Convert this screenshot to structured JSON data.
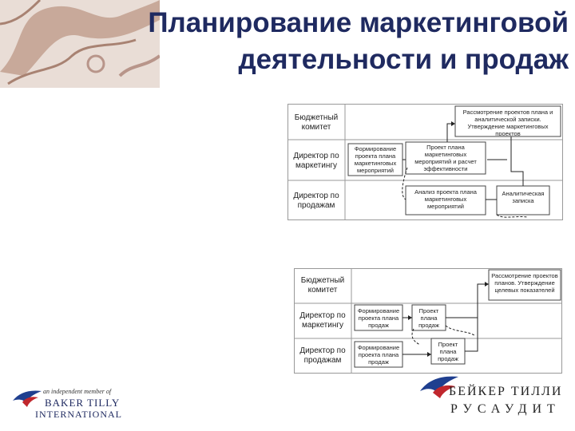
{
  "title": {
    "line1": "Планирование маркетинговой",
    "line2": "деятельности и продаж"
  },
  "diagram1": {
    "roles": [
      "Бюджетный комитет",
      "Директор по маркетингу",
      "Директор по продажам"
    ],
    "boxes": {
      "review": "Рассмотрение проектов плана и аналитической записки. Утверждение маркетинговых проектов",
      "formation": "Формирование проекта плана маркетинговых мероприятий",
      "project": "Проект плана маркетинговых мероприятий и расчет эффективности",
      "analysis": "Анализ проекта плана маркетинговых мероприятий",
      "note": "Аналитическая записка"
    }
  },
  "diagram2": {
    "roles": [
      "Бюджетный комитет",
      "Директор по маркетингу",
      "Директор по продажам"
    ],
    "boxes": {
      "review": "Рассмотрение проектов планов. Утверждение целевых показателей",
      "mkt_formation": "Формирование проекта плана продаж",
      "mkt_project": "Проект плана продаж",
      "sales_formation": "Формирование проекта плана продаж",
      "sales_project": "Проект плана продаж"
    }
  },
  "logo_left": {
    "tagline": "an independent member of",
    "name1": "BAKER TILLY",
    "name2": "INTERNATIONAL"
  },
  "logo_right": {
    "name1": "БЕЙКЕР ТИЛЛИ",
    "name2": "РУСАУДИТ"
  },
  "colors": {
    "title": "#1f2a60",
    "decor": "#c8a99a",
    "logo_blue": "#1f3f8f",
    "logo_red": "#c0272d"
  }
}
